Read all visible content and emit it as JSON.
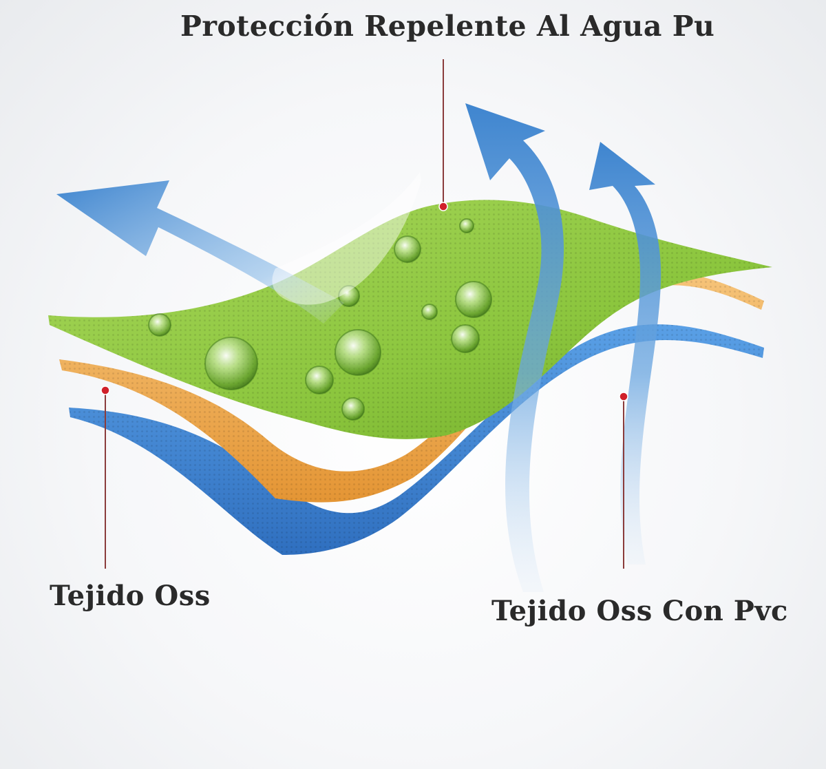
{
  "labels": {
    "top": "Protección Repelente Al Agua Pu",
    "left": "Tejido Oss",
    "right": "Tejido Oss Con Pvc"
  },
  "layers": [
    {
      "name": "pu-waterproof-layer",
      "color": "#8cc63e"
    },
    {
      "name": "oss-fabric-layer",
      "color": "#f0a94a"
    },
    {
      "name": "oss-pvc-fabric-layer",
      "color": "#3c82d2"
    }
  ],
  "colors": {
    "arrow": "#3f85cf",
    "pointer_dot": "#d0202a",
    "pointer_line": "#8a3b3b",
    "text": "#2a2a2a"
  },
  "icons": [
    "water-droplet-icon",
    "breathability-arrow-icon"
  ]
}
